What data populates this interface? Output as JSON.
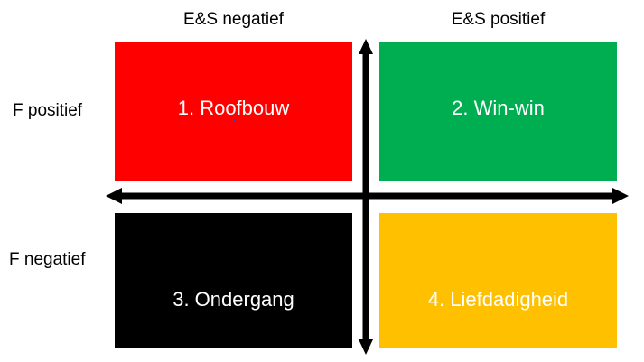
{
  "diagram": {
    "type": "2x2-matrix",
    "title": "",
    "axes": {
      "horizontal": {
        "name": "E&S",
        "arrow": "double-headed-horizontal-arrow",
        "left_label": "E&S negatief",
        "right_label": "E&S positief"
      },
      "vertical": {
        "name": "F",
        "arrow": "double-headed-vertical-arrow",
        "top_label": "F positief",
        "bottom_label": "F negatief"
      }
    },
    "quadrants": [
      {
        "id": "roofbouw",
        "number": "1.",
        "label": "1. Roofbouw",
        "name": "Roofbouw",
        "position": "top-left",
        "fill": "#FF0000",
        "text_color": "#FFFFFF",
        "es": "negatief",
        "f": "positief"
      },
      {
        "id": "winwin",
        "number": "2.",
        "label": "2. Win-win",
        "name": "Win-win",
        "position": "top-right",
        "fill": "#00AE52",
        "text_color": "#FFFFFF",
        "es": "positief",
        "f": "positief"
      },
      {
        "id": "ondergang",
        "number": "3.",
        "label": "3. Ondergang",
        "name": "Ondergang",
        "position": "bottom-left",
        "fill": "#000000",
        "text_color": "#FFFFFF",
        "es": "negatief",
        "f": "negatief"
      },
      {
        "id": "liefdadigheid",
        "number": "4.",
        "label": "4. Liefdadigheid",
        "name": "Liefdadigheid",
        "position": "bottom-right",
        "fill": "#FFC000",
        "text_color": "#FFFFFF",
        "es": "positief",
        "f": "negatief"
      }
    ],
    "colors": {
      "background": "#FFFFFF",
      "axis": "#000000",
      "red": "#FF0000",
      "green": "#00AE52",
      "black": "#000000",
      "amber": "#FFC000",
      "label_text": "#000000",
      "quadrant_text": "#FFFFFF"
    }
  }
}
